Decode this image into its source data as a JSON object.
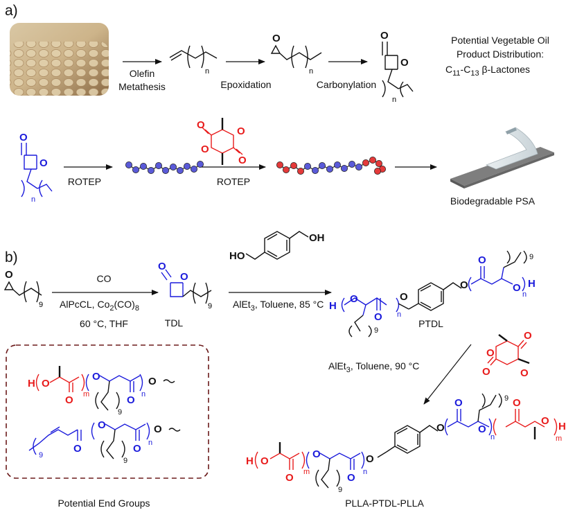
{
  "panels": {
    "a": "a)",
    "b": "b)"
  },
  "row1": {
    "steps": [
      "Olefin",
      "Metathesis",
      "Epoxidation",
      "Carbonylation"
    ],
    "distribution": [
      "Potential Vegetable Oil",
      "Product Distribution:",
      "C",
      "11",
      "-C",
      "13",
      " β-Lactones"
    ],
    "n": "n"
  },
  "row2": {
    "rotep": "ROTEP",
    "psa": "Biodegradable PSA",
    "n": "n"
  },
  "row3": {
    "co": "CO",
    "cat": [
      "AlPcCL, Co",
      "2",
      "(CO)",
      "8"
    ],
    "cond": "60 °C, THF",
    "tdl": "TDL",
    "reag": [
      "AlEt",
      "3",
      ", Toluene,  85 °C"
    ],
    "reag2": [
      "AlEt",
      "3",
      ", Toluene,  90 °C"
    ],
    "ptdl": "PTDL",
    "nine": "9",
    "n": "n",
    "m": "m"
  },
  "atoms": {
    "O": "O",
    "H": "H",
    "HO": "HO",
    "OH": "OH"
  },
  "box": {
    "caption": "Potential End Groups"
  },
  "product": {
    "caption": "PLLA-PTDL-PLLA"
  },
  "colors": {
    "blue": "#1a1adb",
    "red": "#e81a1a",
    "black": "#111111",
    "box": "#6b1a1a",
    "beadBlue": "#5a5ad8",
    "beadRed": "#e43a3a"
  }
}
